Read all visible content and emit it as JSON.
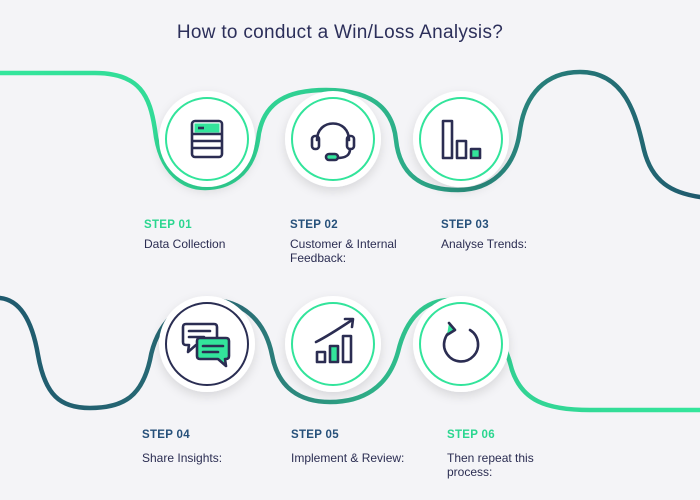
{
  "title": "How to conduct a Win/Loss Analysis?",
  "colors": {
    "green": "#33e49b",
    "teal": "#1f5a6e",
    "navy": "#2b2d52",
    "background": "#f4f4f7"
  },
  "steps": [
    {
      "number": "STEP 01",
      "label": "Data Collection",
      "icon": "server-icon"
    },
    {
      "number": "STEP 02",
      "label": "Customer & Internal Feedback:",
      "icon": "headset-icon"
    },
    {
      "number": "STEP 03",
      "label": "Analyse Trends:",
      "icon": "bar-chart-icon"
    },
    {
      "number": "STEP 04",
      "label": "Share Insights:",
      "icon": "chat-bubbles-icon"
    },
    {
      "number": "STEP 05",
      "label": "Implement & Review:",
      "icon": "growth-chart-icon"
    },
    {
      "number": "STEP 06",
      "label": "Then repeat this process:",
      "icon": "refresh-icon"
    }
  ]
}
